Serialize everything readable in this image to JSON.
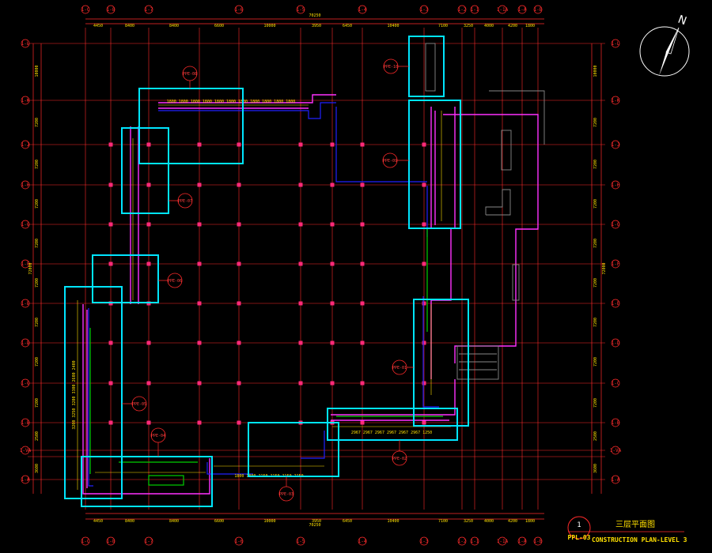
{
  "colors": {
    "background": "#000000",
    "grid": "#ff2a2a",
    "column": "#ff2a7a",
    "highlight": "#00e5ff",
    "wall": "#ff30ff",
    "duct": "#2020ff",
    "dimension": "#ffe000",
    "green_line": "#00d000"
  },
  "drawing": {
    "title_cn": "三层平面图",
    "title_en": "CONSTRUCTION PLAN-LEVEL 3",
    "sheet_no": "1",
    "sheet_code": "PPL-03",
    "north_label": "N"
  },
  "axes": {
    "vertical": [
      "1-8",
      "1-7",
      "1-6",
      "1-5",
      "1-4",
      "1-3",
      "1-2",
      "1-1",
      "1-1A",
      "1-A",
      "1-B",
      "1-C"
    ],
    "horizontal": [
      "1-L",
      "1-K",
      "1-J",
      "1-H",
      "1-G",
      "1-F",
      "1-E",
      "1-D",
      "1-C",
      "1-B",
      "1-VA",
      "1-A"
    ]
  },
  "dimensions": {
    "top_total": "70250",
    "top": [
      "4450",
      "8400",
      "8400",
      "6600",
      "10000",
      "3950",
      "6450",
      "10400",
      "7100",
      "3250",
      "4000",
      "4200",
      "1800"
    ],
    "left": [
      "10000",
      "7200",
      "7200",
      "7200",
      "7200",
      "7200",
      "7200",
      "7200",
      "7200",
      "2500",
      "3600"
    ],
    "right_total": "72000"
  },
  "details": [
    {
      "id": "PPE-01",
      "label": "PPE-01"
    },
    {
      "id": "PPE-02",
      "label": "PPE-02"
    },
    {
      "id": "PPE-03",
      "label": "PPE-03"
    },
    {
      "id": "PPE-04",
      "label": "PPE-04"
    },
    {
      "id": "PPE-05",
      "label": "PPE-05"
    },
    {
      "id": "PPE-06",
      "label": "PPE-06"
    },
    {
      "id": "PPE-07",
      "label": "PPE-07"
    },
    {
      "id": "PPE-08",
      "label": "PPE-08"
    },
    {
      "id": "PPE-09",
      "label": "PPE-09"
    },
    {
      "id": "PPE-10",
      "label": "PPE-10"
    }
  ],
  "segment_labels": {
    "top_row": "1800 1800 1800 1800 1800 1800 1800 1800 1800 1800 1800",
    "bottom_row": "1800 1800 2150 2150 2150 2150",
    "right_row": "2967 2967 2967 2967 2967 2967 1250",
    "left_col": "3200 3250 3200 3300 2600 2400"
  }
}
